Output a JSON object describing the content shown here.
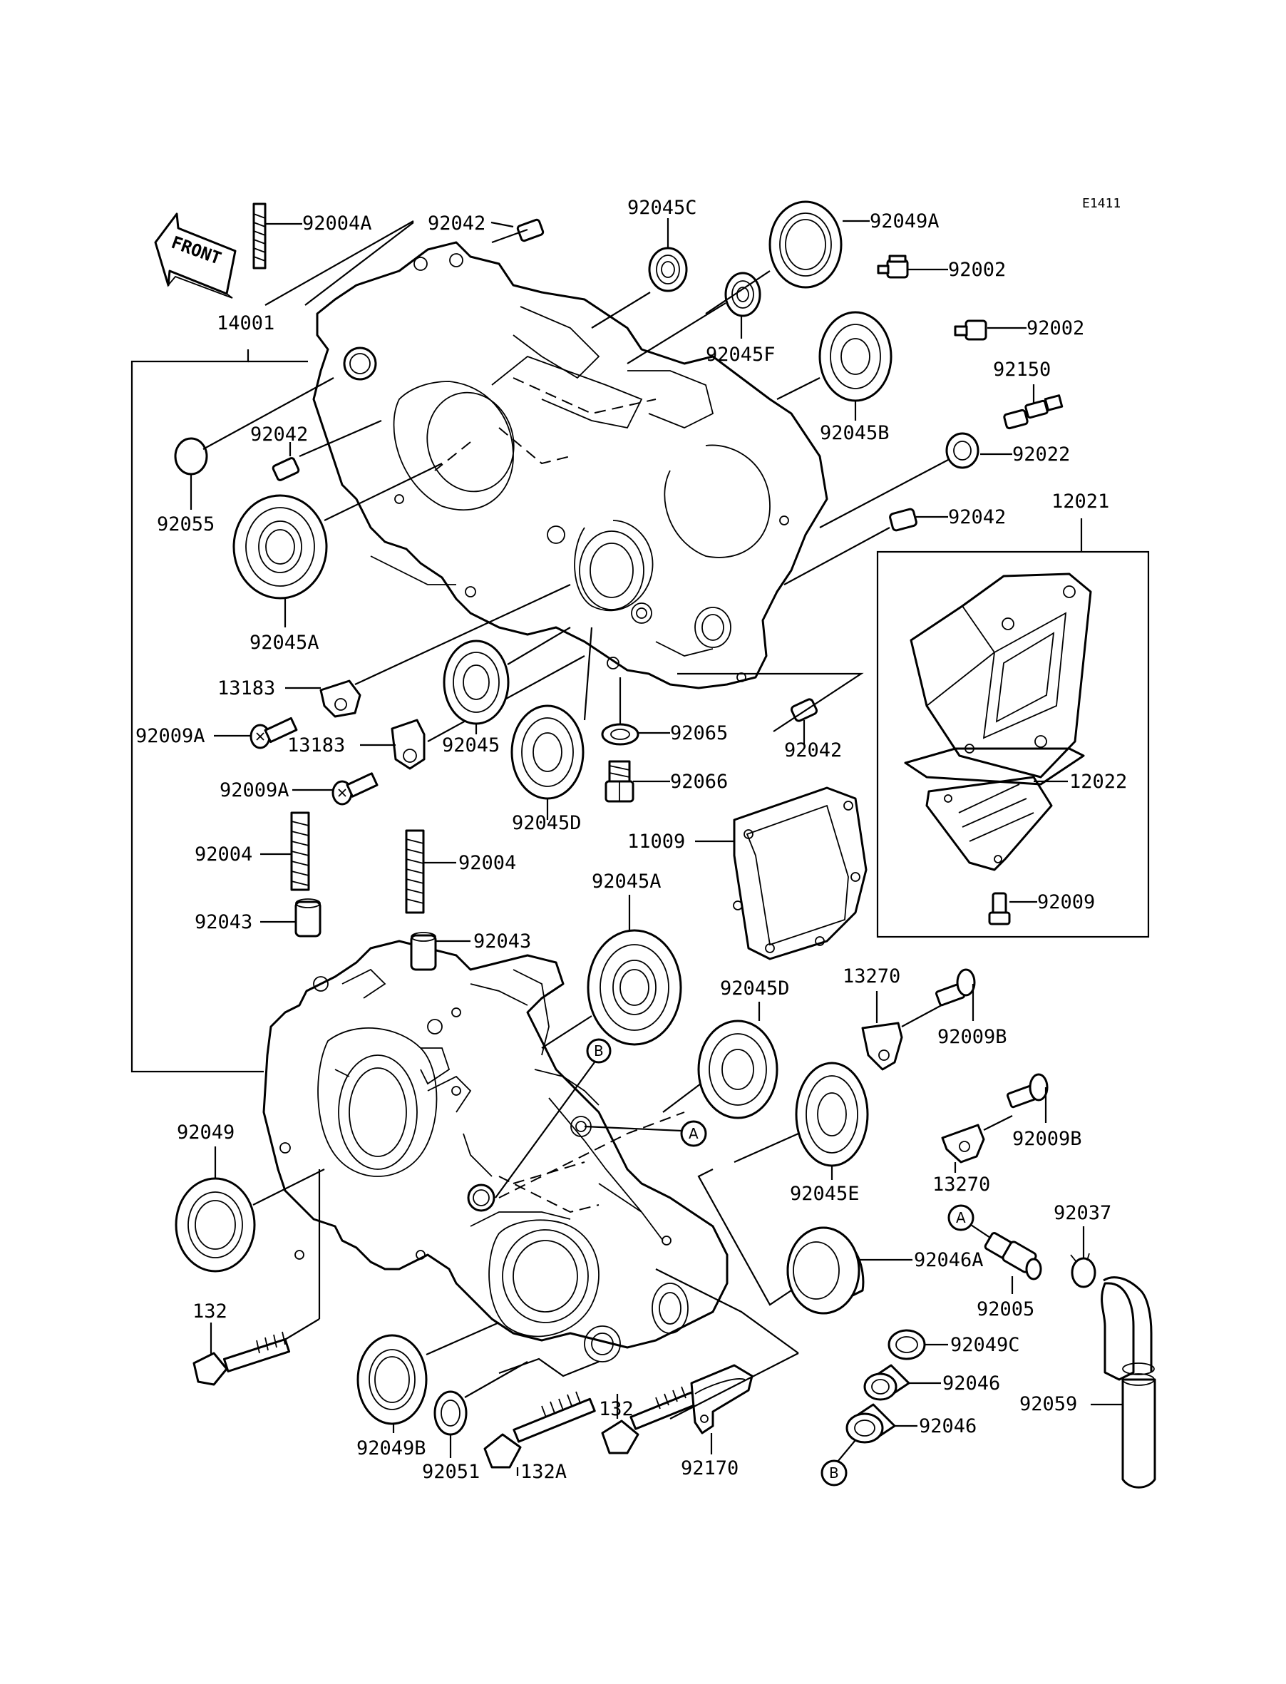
{
  "diagram_code": "E1411",
  "front_label": "FRONT",
  "labels": [
    "92004A",
    "92042",
    "92045C",
    "92049A",
    "92002",
    "92002",
    "14001",
    "92045F",
    "92045B",
    "92150",
    "92042",
    "92022",
    "92055",
    "92042",
    "12021",
    "92045A",
    "13183",
    "92009A",
    "13183",
    "92045",
    "92065",
    "92042",
    "12022",
    "92009A",
    "92066",
    "92045D",
    "11009",
    "92004",
    "92004",
    "92009",
    "92043",
    "92043",
    "92045A",
    "13270",
    "92045D",
    "92009B",
    "92049",
    "92009B",
    "13270",
    "92045E",
    "92037",
    "92046A",
    "92005",
    "132",
    "92049C",
    "92046",
    "92059",
    "92046",
    "132",
    "92049B",
    "92051",
    "132A",
    "92170"
  ],
  "callouts": [
    "A",
    "B",
    "A",
    "B"
  ]
}
